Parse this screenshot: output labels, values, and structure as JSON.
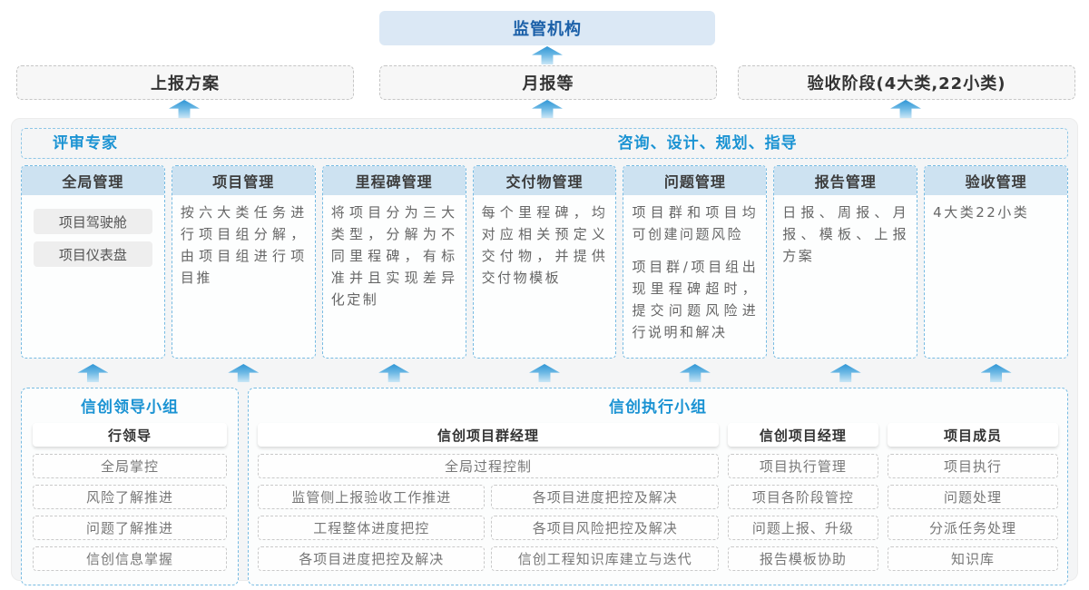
{
  "top": {
    "regulator": "监管机构",
    "report_boxes": [
      "上报方案",
      "月报等",
      "验收阶段(4大类,22小类)"
    ]
  },
  "middle": {
    "left_header": "评审专家",
    "right_header": "咨询、设计、规划、指导",
    "columns": [
      {
        "title": "全局管理",
        "items": [
          "项目驾驶舱",
          "项目仪表盘"
        ],
        "paragraphs": []
      },
      {
        "title": "项目管理",
        "items": [],
        "paragraphs": [
          "按六大类任务进行项目组分解，由项目组进行项目推"
        ]
      },
      {
        "title": "里程碑管理",
        "items": [],
        "paragraphs": [
          "将项目分为三大类型，分解为不同里程碑，有标准并且实现差异化定制"
        ]
      },
      {
        "title": "交付物管理",
        "items": [],
        "paragraphs": [
          "每个里程碑，均对应相关预定义交付物，并提供交付物模板"
        ]
      },
      {
        "title": "问题管理",
        "items": [],
        "paragraphs": [
          "项目群和项目均可创建问题风险",
          "项目群/项目组出现里程碑超时，提交问题风险进行说明和解决"
        ]
      },
      {
        "title": "报告管理",
        "items": [],
        "paragraphs": [
          "日报、周报、月报、模板、上报方案"
        ]
      },
      {
        "title": "验收管理",
        "items": [],
        "paragraphs": [
          "4大类22小类"
        ]
      }
    ]
  },
  "bottom": {
    "lead_group": {
      "title": "信创领导小组",
      "role": "行领导",
      "items": [
        "全局掌控",
        "风险了解推进",
        "问题了解推进",
        "信创信息掌握"
      ]
    },
    "exec_group": {
      "title": "信创执行小组",
      "sections": [
        {
          "role": "信创项目群经理",
          "wide_item": "全局过程控制",
          "items": [
            "监管侧上报验收工作推进",
            "各项目进度把控及解决",
            "工程整体进度把控",
            "各项目风险把控及解决",
            "各项目进度把控及解决",
            "信创工程知识库建立与迭代"
          ]
        },
        {
          "role": "信创项目经理",
          "wide_item": null,
          "items": [
            "项目执行管理",
            "项目各阶段管控",
            "问题上报、升级",
            "报告模板协助"
          ]
        },
        {
          "role": "项目成员",
          "wide_item": null,
          "items": [
            "项目执行",
            "问题处理",
            "分派任务处理",
            "知识库"
          ]
        }
      ]
    }
  },
  "colors": {
    "accent_blue": "#1b93d3",
    "deep_blue": "#1a5fa8",
    "regulator_bg": "#dbe8f5",
    "column_header_bg": "#cde2f1",
    "column_border": "#77bbe2",
    "panel_bg": "#f4f5f6",
    "arrow_top": "#2f96d5",
    "arrow_bottom": "#c9e6f6"
  }
}
